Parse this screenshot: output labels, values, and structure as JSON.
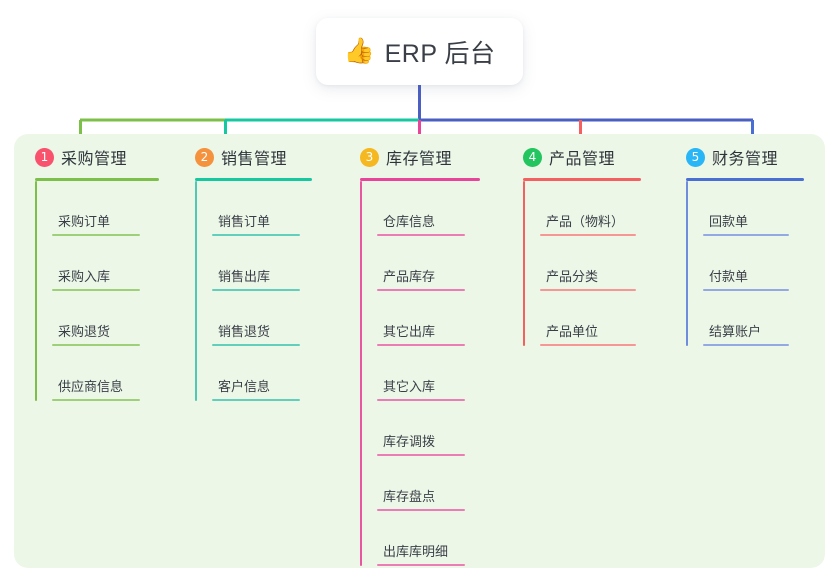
{
  "root": {
    "emoji": "👍",
    "icon_name": "thumbs-up-icon",
    "title": "ERP 后台"
  },
  "theme": {
    "panel_background": "#edf7e8",
    "page_background": "#ffffff",
    "text_color": "#3a3f47"
  },
  "connector": {
    "trunk_color": "#4a5fc1",
    "segment_green": "#7cc04a",
    "segment_teal": "#15c8a0",
    "segment_blue": "#4a5fc1"
  },
  "columns": [
    {
      "index": "1",
      "badge_color": "#f8526d",
      "line_color": "#7cc04a",
      "title": "采购管理",
      "items": [
        {
          "label": "采购订单"
        },
        {
          "label": "采购入库"
        },
        {
          "label": "采购退货"
        },
        {
          "label": "供应商信息"
        }
      ]
    },
    {
      "index": "2",
      "badge_color": "#f5923e",
      "line_color": "#15c8a0",
      "title": "销售管理",
      "items": [
        {
          "label": "销售订单"
        },
        {
          "label": "销售出库"
        },
        {
          "label": "销售退货"
        },
        {
          "label": "客户信息"
        }
      ]
    },
    {
      "index": "3",
      "badge_color": "#f5b820",
      "line_color": "#e8449a",
      "title": "库存管理",
      "items": [
        {
          "label": "仓库信息"
        },
        {
          "label": "产品库存"
        },
        {
          "label": "其它出库"
        },
        {
          "label": "其它入库"
        },
        {
          "label": "库存调拨"
        },
        {
          "label": "库存盘点"
        },
        {
          "label": "出库库明细"
        }
      ]
    },
    {
      "index": "4",
      "badge_color": "#22c55e",
      "line_color": "#f4605f",
      "title": "产品管理",
      "items": [
        {
          "label": "产品（物料）"
        },
        {
          "label": "产品分类"
        },
        {
          "label": "产品单位"
        }
      ]
    },
    {
      "index": "5",
      "badge_color": "#29b6f6",
      "line_color": "#4a6fd4",
      "title": "财务管理",
      "items": [
        {
          "label": "回款单"
        },
        {
          "label": "付款单"
        },
        {
          "label": "结算账户"
        }
      ]
    }
  ]
}
